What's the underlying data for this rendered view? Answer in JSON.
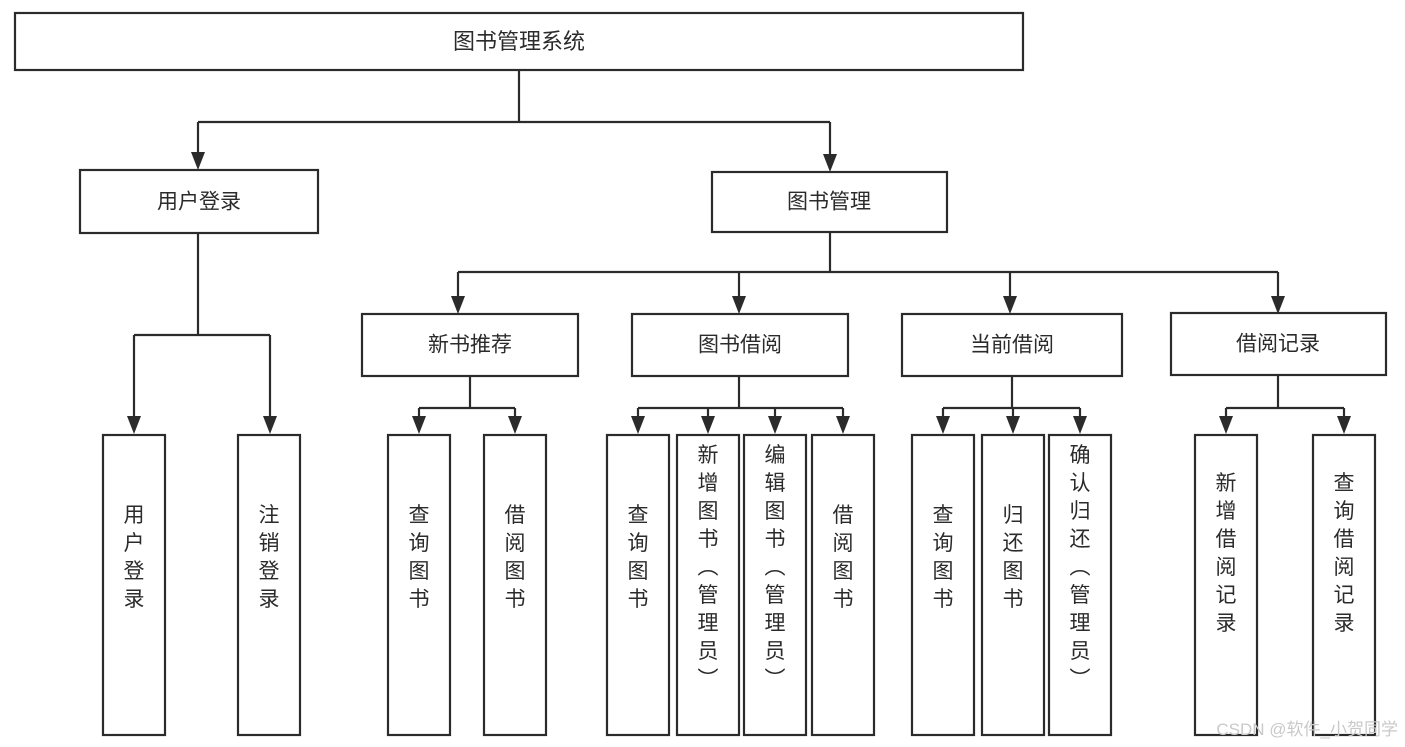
{
  "diagram": {
    "title": "图书管理系统",
    "type": "tree",
    "orientation": "top-down",
    "colors": {
      "box_stroke": "#2b2b2b",
      "box_fill": "#ffffff",
      "text": "#2b2b2b",
      "background": "#ffffff",
      "watermark": "#c9c9c9"
    },
    "root": {
      "label": "图书管理系统",
      "id": "root"
    },
    "level1": [
      {
        "id": "user-login",
        "label": "用户登录"
      },
      {
        "id": "book-manage",
        "label": "图书管理"
      }
    ],
    "level2": [
      {
        "id": "new-book-recommend",
        "label": "新书推荐",
        "parent": "book-manage"
      },
      {
        "id": "book-borrow",
        "label": "图书借阅",
        "parent": "book-manage"
      },
      {
        "id": "current-borrow",
        "label": "当前借阅",
        "parent": "book-manage"
      },
      {
        "id": "borrow-record",
        "label": "借阅记录",
        "parent": "book-manage"
      }
    ],
    "leaves": [
      {
        "id": "leaf-user-login",
        "label": "用户登录",
        "parent": "user-login"
      },
      {
        "id": "leaf-logout-login",
        "label": "注销登录",
        "parent": "user-login"
      },
      {
        "id": "leaf-query-book-1",
        "label": "查询图书",
        "parent": "new-book-recommend"
      },
      {
        "id": "leaf-borrow-book-1",
        "label": "借阅图书",
        "parent": "new-book-recommend"
      },
      {
        "id": "leaf-query-book-2",
        "label": "查询图书",
        "parent": "book-borrow"
      },
      {
        "id": "leaf-add-book",
        "label": "新增图书（管理员）",
        "parent": "book-borrow"
      },
      {
        "id": "leaf-edit-book",
        "label": "编辑图书（管理员）",
        "parent": "book-borrow"
      },
      {
        "id": "leaf-borrow-book-2",
        "label": "借阅图书",
        "parent": "book-borrow"
      },
      {
        "id": "leaf-query-book-3",
        "label": "查询图书",
        "parent": "current-borrow"
      },
      {
        "id": "leaf-return-book",
        "label": "归还图书",
        "parent": "current-borrow"
      },
      {
        "id": "leaf-confirm-return",
        "label": "确认归还（管理员）",
        "parent": "current-borrow"
      },
      {
        "id": "leaf-add-record",
        "label": "新增借阅记录",
        "parent": "borrow-record"
      },
      {
        "id": "leaf-query-record",
        "label": "查询借阅记录",
        "parent": "borrow-record"
      }
    ]
  },
  "watermark": {
    "text": "CSDN @软件_小贺同学"
  }
}
